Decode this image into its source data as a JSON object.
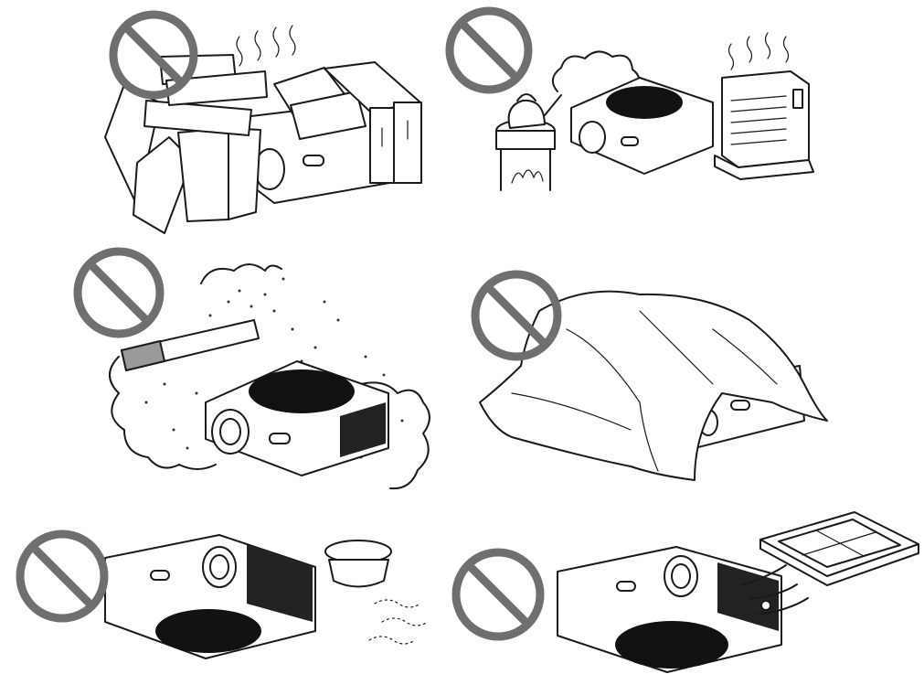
{
  "colors": {
    "prohibition_sign": "#6f6f6f",
    "line_art": "#1a1a1a",
    "background": "#ffffff"
  },
  "panels": [
    {
      "icon": "prohibition-sign-icon",
      "subject": "projector-buried-under-books"
    },
    {
      "icon": "prohibition-sign-icon",
      "subject": "projector-near-steam-and-heater"
    },
    {
      "icon": "prohibition-sign-icon",
      "subject": "projector-in-smoke"
    },
    {
      "icon": "prohibition-sign-icon",
      "subject": "projector-covered-by-cloth"
    },
    {
      "icon": "prohibition-sign-icon",
      "subject": "ceiling-projector-near-smoke-detector"
    },
    {
      "icon": "prohibition-sign-icon",
      "subject": "ceiling-projector-near-air-vent"
    }
  ]
}
